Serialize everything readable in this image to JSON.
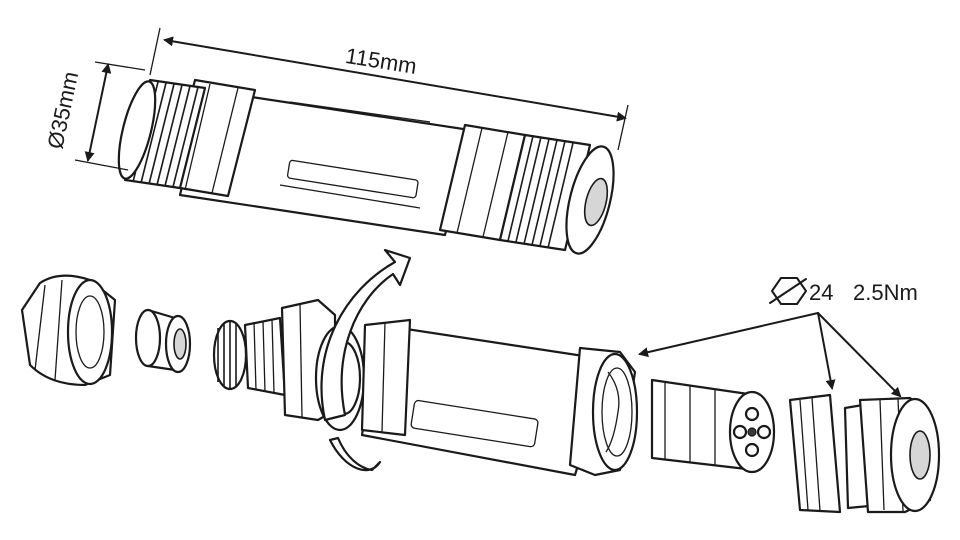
{
  "labels": {
    "length": "115mm",
    "diameter": "Ø35mm",
    "hex_size": "24",
    "torque": "2.5Nm"
  },
  "icons": {
    "hex": "hexagon-wrench-icon",
    "rotate": "rotate-arrow-icon"
  },
  "colors": {
    "line": "#1a1a1a",
    "shade": "#d6d6d6",
    "background": "#ffffff"
  }
}
